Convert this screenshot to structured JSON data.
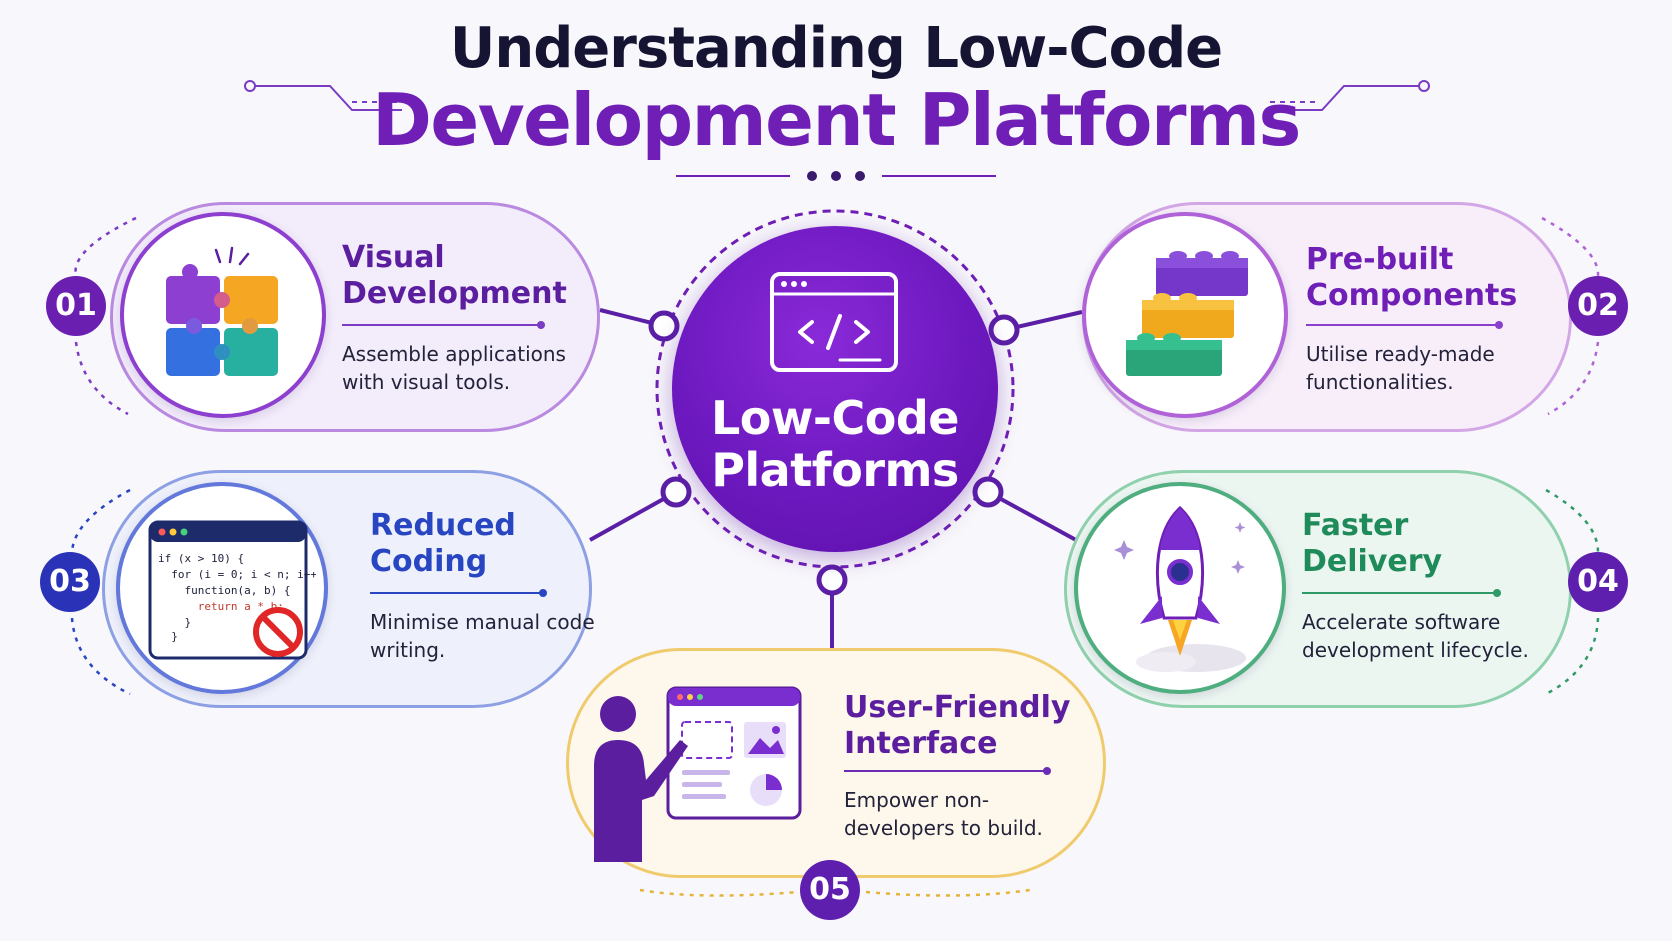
{
  "title": {
    "line1": "Understanding Low-Code",
    "line2": "Development Platforms"
  },
  "hub": {
    "label": "Low-Code Platforms",
    "icon": "code-window-icon"
  },
  "colors": {
    "primary_purple": "#6f1fb5",
    "dark_navy": "#161433",
    "blue": "#2846c2",
    "green": "#1f8a5a",
    "yellow": "#f0cb6e"
  },
  "features": [
    {
      "number": "01",
      "title": "Visual Development",
      "description": "Assemble applications with visual tools.",
      "icon": "puzzle-icon"
    },
    {
      "number": "02",
      "title": "Pre-built Components",
      "description": "Utilise ready-made functionalities.",
      "icon": "building-blocks-icon"
    },
    {
      "number": "03",
      "title": "Reduced Coding",
      "description": "Minimise manual code writing.",
      "icon": "code-editor-no-icon"
    },
    {
      "number": "04",
      "title": "Faster Delivery",
      "description": "Accelerate software development lifecycle.",
      "icon": "rocket-icon"
    },
    {
      "number": "05",
      "title": "User-Friendly Interface",
      "description": "Empower non-developers to build.",
      "icon": "user-interface-icon"
    }
  ],
  "code_snippet": [
    "if (x > 10) {",
    "  for (i = 0; i < n; i++) {",
    "    function(a, b) {",
    "      return a * b;",
    "    }",
    "  }"
  ]
}
